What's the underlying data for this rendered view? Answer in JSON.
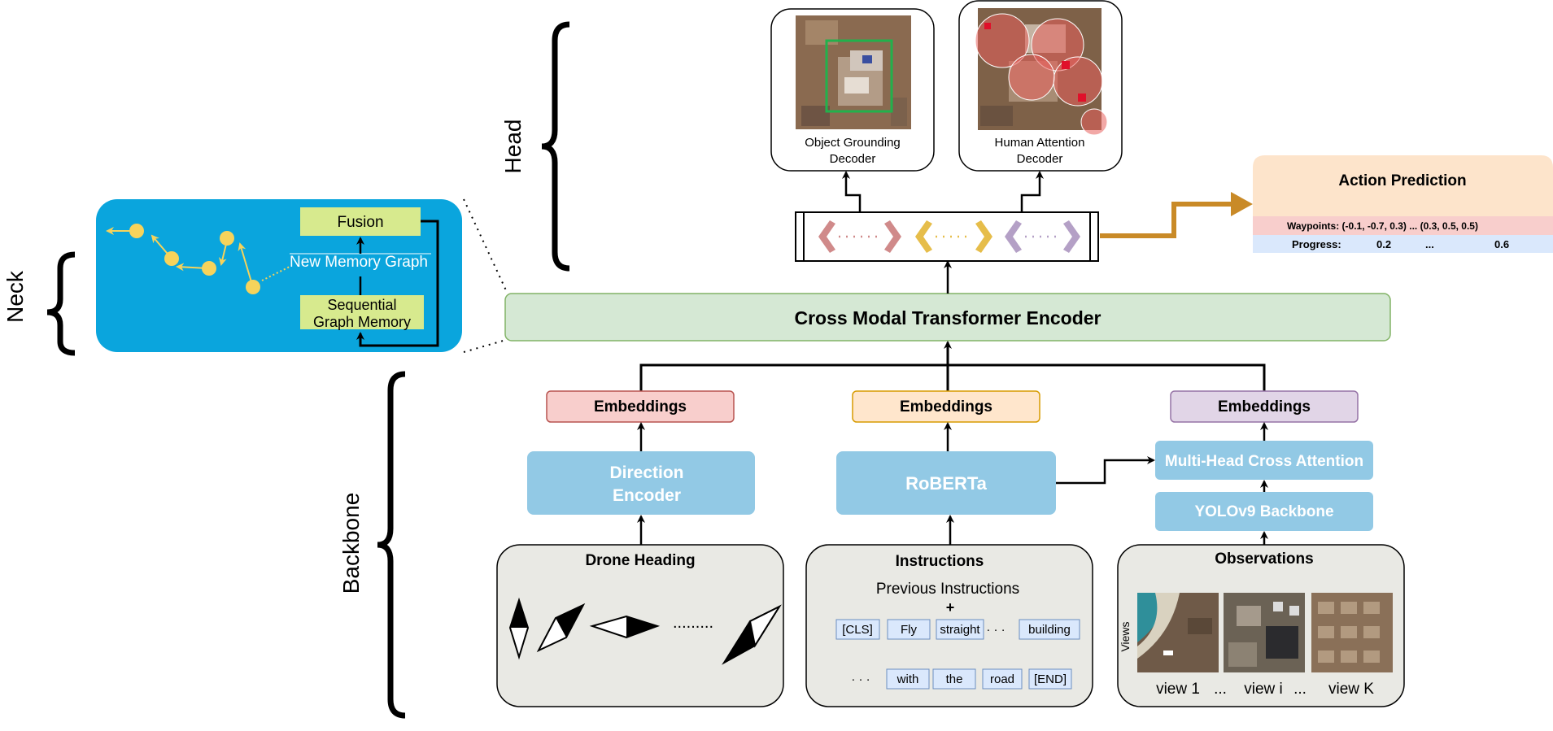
{
  "labels": {
    "head": "Head",
    "neck": "Neck",
    "backbone": "Backbone"
  },
  "head": {
    "object_grounding": [
      "Object Grounding",
      "Decoder"
    ],
    "human_attention": [
      "Human Attention",
      "Decoder"
    ],
    "action_prediction": {
      "title": "Action Prediction",
      "waypoints": "Waypoints: (-0.1, -0.7, 0.3)  ...  (0.3, 0.5, 0.5)",
      "progress_label": "Progress:",
      "progress_first": "0.2",
      "progress_ellipsis": "...",
      "progress_last": "0.6"
    }
  },
  "neck": {
    "fusion": "Fusion",
    "new_memory_graph": "New Memory Graph",
    "sequential_graph_memory": [
      "Sequential",
      "Graph Memory"
    ]
  },
  "encoder": "Cross Modal Transformer Encoder",
  "backbone": {
    "embeddings": [
      "Embeddings",
      "Embeddings",
      "Embeddings"
    ],
    "direction_encoder": [
      "Direction",
      "Encoder"
    ],
    "roberta": "RoBERTa",
    "multi_head": "Multi-Head Cross Attention",
    "yolo": "YOLOv9 Backbone"
  },
  "inputs": {
    "drone_heading": {
      "title": "Drone Heading",
      "dots": "........."
    },
    "instructions": {
      "title": "Instructions",
      "previous": "Previous Instructions",
      "plus": "+",
      "row1": [
        "[CLS]",
        "Fly",
        "straight",
        "building"
      ],
      "row1_dots": "· · ·",
      "row2": [
        "with",
        "the",
        "road",
        "[END]"
      ],
      "row2_dots": "· · ·"
    },
    "observations": {
      "title": "Observations",
      "views_label": "Views",
      "view_labels": [
        "view 1",
        "view i",
        "view K"
      ],
      "view_ellipsis": [
        "...",
        "..."
      ]
    }
  },
  "colors": {
    "neck_bg": "#0aa5dd",
    "fusion_fill": "#d7ea8e",
    "encoder_fill": "#d5e8d4",
    "encoder_stroke": "#82b366",
    "emb_red_fill": "#f8cecc",
    "emb_red_stroke": "#b85450",
    "emb_orange_fill": "#ffe6cc",
    "emb_orange_stroke": "#d79b00",
    "emb_purple_fill": "#e1d5e7",
    "emb_purple_stroke": "#9673a6",
    "blue_block": "#92c9e5",
    "input_fill": "#e9e9e4",
    "action_header": "#fde4cb",
    "waypoint_row": "#f8cecc",
    "progress_row": "#dae8fc",
    "token_fill": "#dae8fc",
    "token_stroke": "#6c8ebf",
    "arrow_gold": "#c98a27",
    "node_yellow": "#f6d35b"
  }
}
